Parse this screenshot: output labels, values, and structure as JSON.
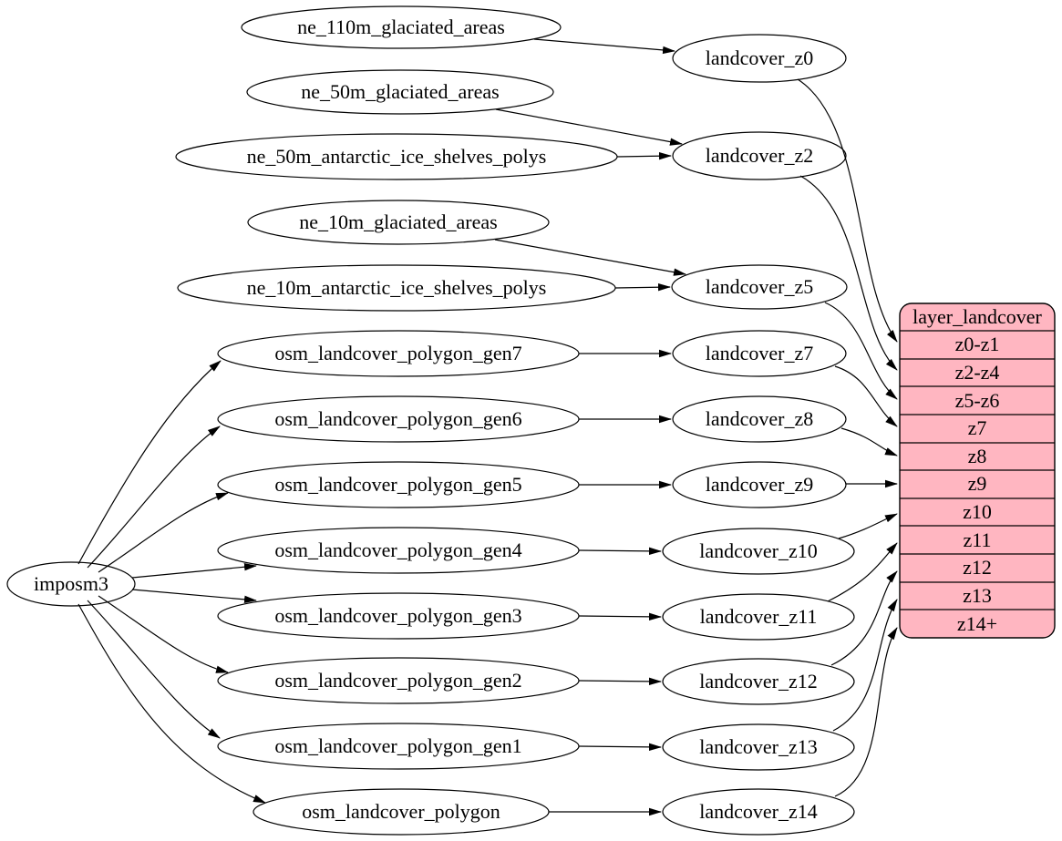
{
  "diagram": {
    "kind": "dependency-graph",
    "colors": {
      "background": "#ffffff",
      "node_fill": "#ffffff",
      "node_stroke": "#000000",
      "edge": "#000000",
      "table_fill": "#ffb6c1"
    },
    "labels": {
      "imposm3": "imposm3",
      "ne_110m_glaciated_areas": "ne_110m_glaciated_areas",
      "ne_50m_glaciated_areas": "ne_50m_glaciated_areas",
      "ne_50m_antarctic_ice_shelves_polys": "ne_50m_antarctic_ice_shelves_polys",
      "ne_10m_glaciated_areas": "ne_10m_glaciated_areas",
      "ne_10m_antarctic_ice_shelves_polys": "ne_10m_antarctic_ice_shelves_polys",
      "osm_landcover_polygon_gen7": "osm_landcover_polygon_gen7",
      "osm_landcover_polygon_gen6": "osm_landcover_polygon_gen6",
      "osm_landcover_polygon_gen5": "osm_landcover_polygon_gen5",
      "osm_landcover_polygon_gen4": "osm_landcover_polygon_gen4",
      "osm_landcover_polygon_gen3": "osm_landcover_polygon_gen3",
      "osm_landcover_polygon_gen2": "osm_landcover_polygon_gen2",
      "osm_landcover_polygon_gen1": "osm_landcover_polygon_gen1",
      "osm_landcover_polygon": "osm_landcover_polygon",
      "landcover_z0": "landcover_z0",
      "landcover_z2": "landcover_z2",
      "landcover_z5": "landcover_z5",
      "landcover_z7": "landcover_z7",
      "landcover_z8": "landcover_z8",
      "landcover_z9": "landcover_z9",
      "landcover_z10": "landcover_z10",
      "landcover_z11": "landcover_z11",
      "landcover_z12": "landcover_z12",
      "landcover_z13": "landcover_z13",
      "landcover_z14": "landcover_z14"
    },
    "table": {
      "title": "layer_landcover",
      "fill": "#ffb6c1",
      "rows": [
        "z0-z1",
        "z2-z4",
        "z5-z6",
        "z7",
        "z8",
        "z9",
        "z10",
        "z11",
        "z12",
        "z13",
        "z14+"
      ]
    },
    "edges": [
      {
        "from": "imposm3",
        "to": "osm_landcover_polygon_gen7"
      },
      {
        "from": "imposm3",
        "to": "osm_landcover_polygon_gen6"
      },
      {
        "from": "imposm3",
        "to": "osm_landcover_polygon_gen5"
      },
      {
        "from": "imposm3",
        "to": "osm_landcover_polygon_gen4"
      },
      {
        "from": "imposm3",
        "to": "osm_landcover_polygon_gen3"
      },
      {
        "from": "imposm3",
        "to": "osm_landcover_polygon_gen2"
      },
      {
        "from": "imposm3",
        "to": "osm_landcover_polygon_gen1"
      },
      {
        "from": "imposm3",
        "to": "osm_landcover_polygon"
      },
      {
        "from": "ne_110m_glaciated_areas",
        "to": "landcover_z0"
      },
      {
        "from": "ne_50m_glaciated_areas",
        "to": "landcover_z2"
      },
      {
        "from": "ne_50m_antarctic_ice_shelves_polys",
        "to": "landcover_z2"
      },
      {
        "from": "ne_10m_glaciated_areas",
        "to": "landcover_z5"
      },
      {
        "from": "ne_10m_antarctic_ice_shelves_polys",
        "to": "landcover_z5"
      },
      {
        "from": "osm_landcover_polygon_gen7",
        "to": "landcover_z7"
      },
      {
        "from": "osm_landcover_polygon_gen6",
        "to": "landcover_z8"
      },
      {
        "from": "osm_landcover_polygon_gen5",
        "to": "landcover_z9"
      },
      {
        "from": "osm_landcover_polygon_gen4",
        "to": "landcover_z10"
      },
      {
        "from": "osm_landcover_polygon_gen3",
        "to": "landcover_z11"
      },
      {
        "from": "osm_landcover_polygon_gen2",
        "to": "landcover_z12"
      },
      {
        "from": "osm_landcover_polygon_gen1",
        "to": "landcover_z13"
      },
      {
        "from": "osm_landcover_polygon",
        "to": "landcover_z14"
      },
      {
        "from": "landcover_z0",
        "to": "layer_landcover:z0-z1"
      },
      {
        "from": "landcover_z2",
        "to": "layer_landcover:z2-z4"
      },
      {
        "from": "landcover_z5",
        "to": "layer_landcover:z5-z6"
      },
      {
        "from": "landcover_z7",
        "to": "layer_landcover:z7"
      },
      {
        "from": "landcover_z8",
        "to": "layer_landcover:z8"
      },
      {
        "from": "landcover_z9",
        "to": "layer_landcover:z9"
      },
      {
        "from": "landcover_z10",
        "to": "layer_landcover:z10"
      },
      {
        "from": "landcover_z11",
        "to": "layer_landcover:z11"
      },
      {
        "from": "landcover_z12",
        "to": "layer_landcover:z12"
      },
      {
        "from": "landcover_z13",
        "to": "layer_landcover:z13"
      },
      {
        "from": "landcover_z14",
        "to": "layer_landcover:z14+"
      }
    ]
  }
}
